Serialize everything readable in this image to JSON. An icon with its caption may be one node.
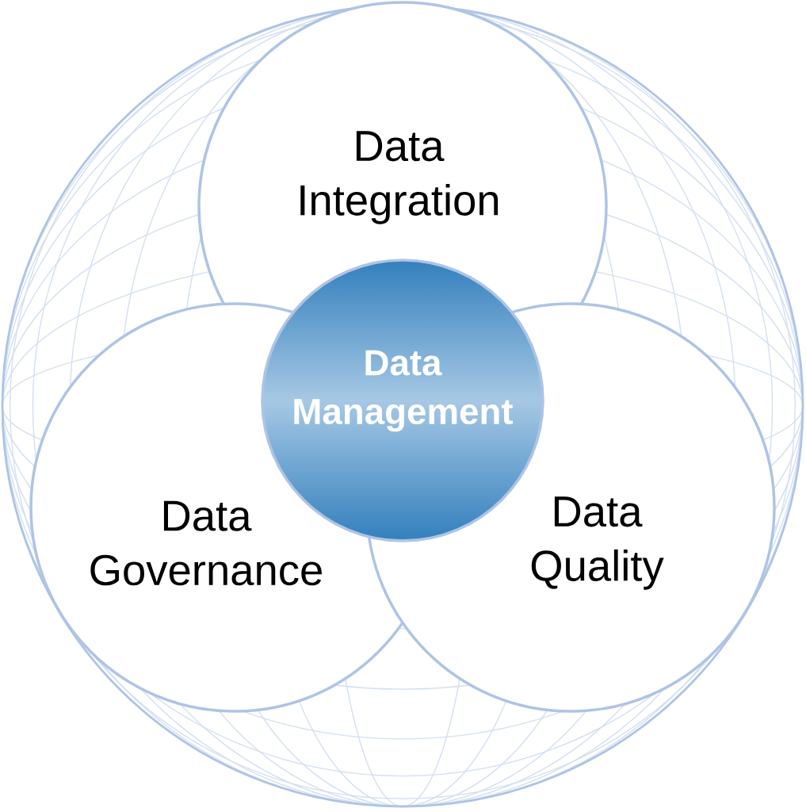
{
  "diagram": {
    "nodes": [
      {
        "text": [
          "Data Integration"
        ]
      },
      {
        "text": [
          "Data Management"
        ]
      },
      {
        "text": [
          "Data Governance"
        ]
      },
      {
        "text": [
          "Data Quality"
        ]
      }
    ]
  }
}
